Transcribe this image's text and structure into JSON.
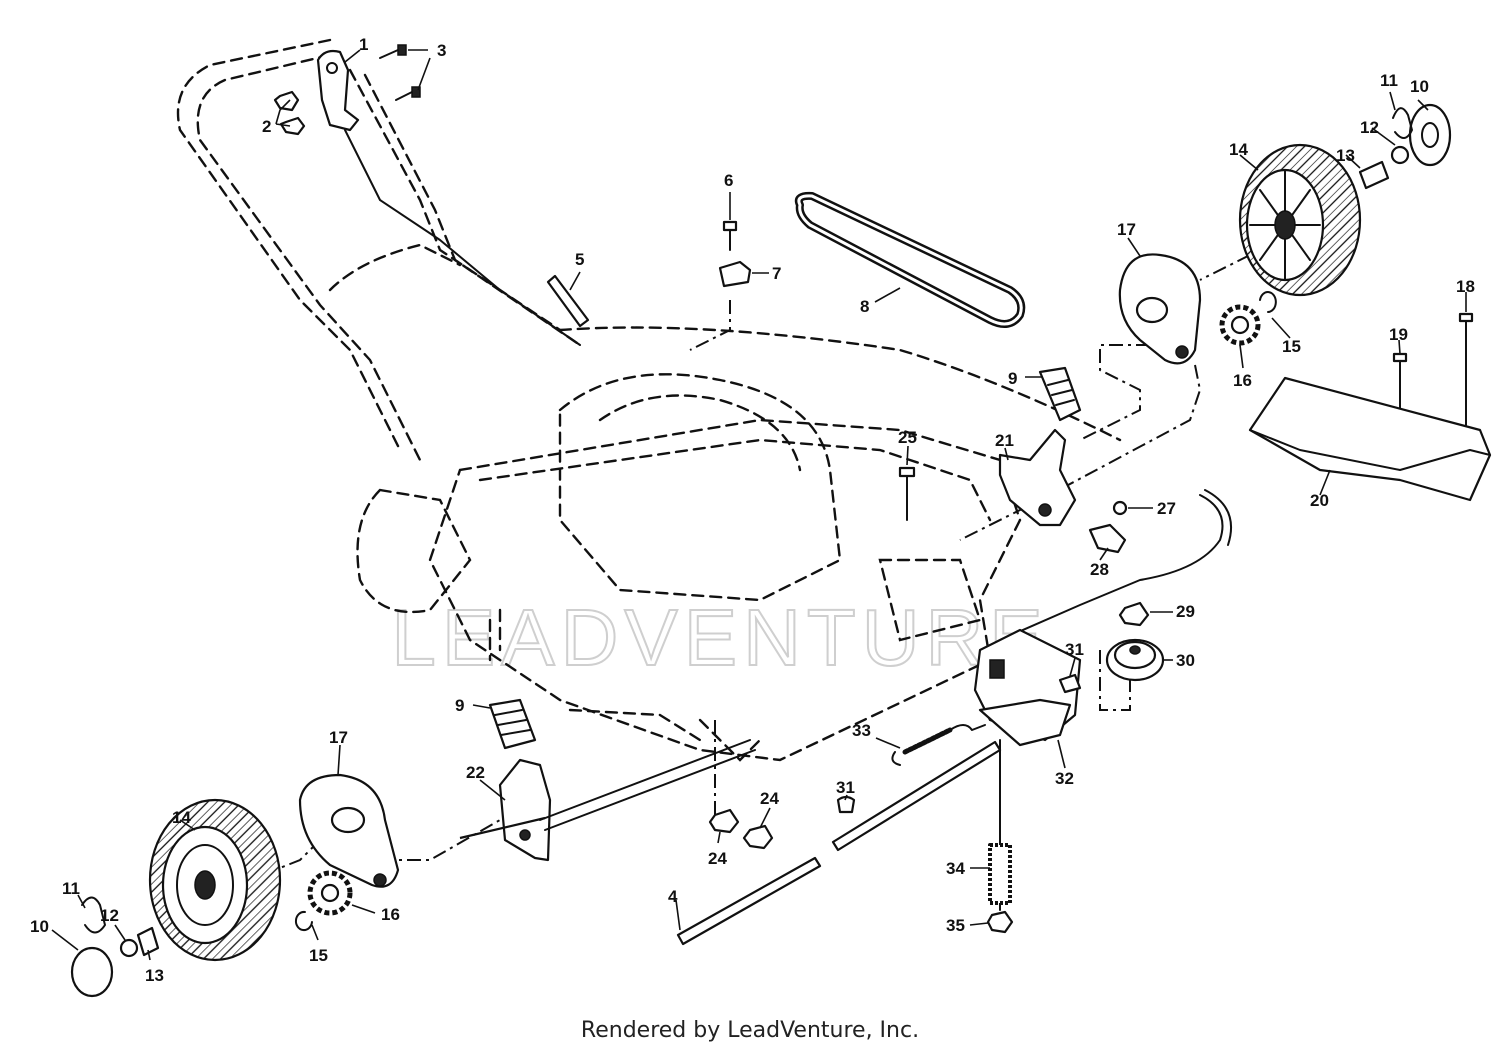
{
  "footer": {
    "text": "Rendered by LeadVenture, Inc."
  },
  "watermark": {
    "text": "LEADVENTURE"
  },
  "callouts": {
    "c1": "1",
    "c2": "2",
    "c3": "3",
    "c4": "4",
    "c5": "5",
    "c6": "6",
    "c7": "7",
    "c8": "8",
    "c9a": "9",
    "c9b": "9",
    "c10a": "10",
    "c10b": "10",
    "c11a": "11",
    "c11b": "11",
    "c12a": "12",
    "c12b": "12",
    "c13a": "13",
    "c13b": "13",
    "c14a": "14",
    "c14b": "14",
    "c15a": "15",
    "c15b": "15",
    "c16a": "16",
    "c16b": "16",
    "c17a": "17",
    "c17b": "17",
    "c18": "18",
    "c19": "19",
    "c20": "20",
    "c21": "21",
    "c22": "22",
    "c24a": "24",
    "c24b": "24",
    "c25": "25",
    "c27": "27",
    "c28": "28",
    "c29": "29",
    "c30": "30",
    "c31a": "31",
    "c31b": "31",
    "c32": "32",
    "c33": "33",
    "c34": "34",
    "c35": "35"
  }
}
